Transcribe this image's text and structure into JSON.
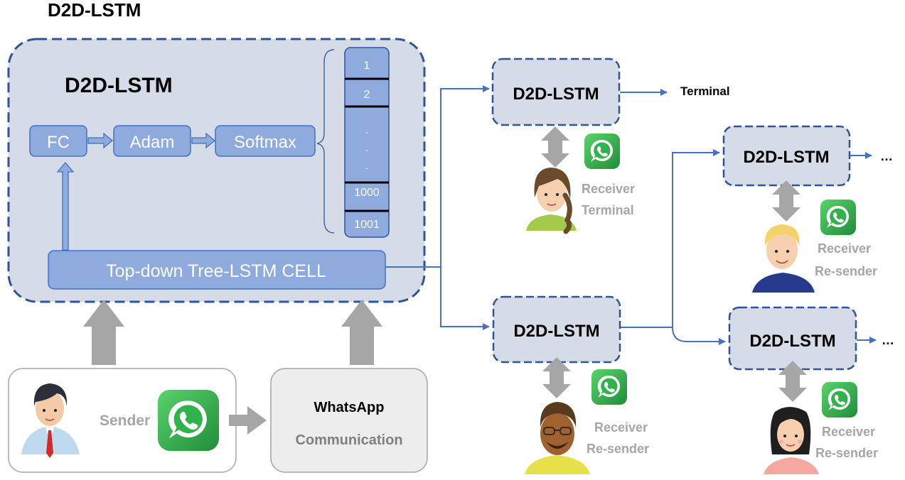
{
  "title": "D2D-LSTM",
  "main_block": {
    "label": "D2D-LSTM",
    "fc": "FC",
    "adam": "Adam",
    "softmax": "Softmax",
    "cell": "Top-down Tree-LSTM CELL",
    "softmax_outputs": [
      "1",
      "2",
      ".",
      ".",
      ".",
      "1000",
      "1001"
    ]
  },
  "sender": {
    "label": "Sender",
    "icon": "whatsapp-icon",
    "avatar": "sender-avatar"
  },
  "communication": {
    "line1": "WhatsApp",
    "line2": "Communication"
  },
  "nodes": {
    "top": "D2D-LSTM",
    "bottom": "D2D-LSTM",
    "right_top": "D2D-LSTM",
    "right_bottom": "D2D-LSTM"
  },
  "terminal_label": "Terminal",
  "ellipsis": "…",
  "receivers": {
    "r1": {
      "line1": "Receiver",
      "line2": "Terminal"
    },
    "r2": {
      "line1": "Receiver",
      "line2": "Re-sender"
    },
    "r3": {
      "line1": "Receiver",
      "line2": "Re-sender"
    },
    "r4": {
      "line1": "Receiver",
      "line2": "Re-sender"
    }
  },
  "colors": {
    "block_fill": "#D5DCE7",
    "block_border": "#2F5597",
    "module_fill": "#8FAADC",
    "module_border": "#4472C4",
    "arrow_blue": "#4472C4",
    "arrow_gray": "#A6A6A6",
    "label_gray": "#A6A6A6",
    "whatsapp_green": "#2FB34A"
  }
}
